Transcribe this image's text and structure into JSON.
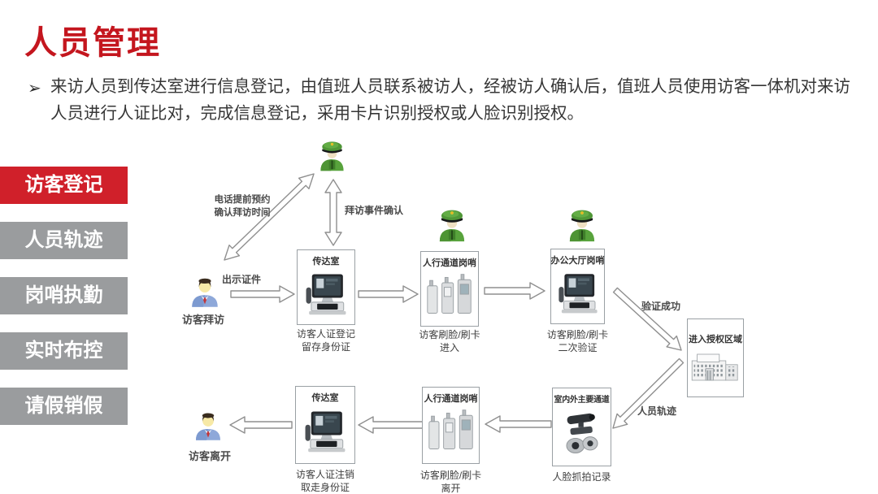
{
  "slide": {
    "title": "人员管理",
    "bullet_marker": "➢",
    "bullet_text": "来访人员到传达室进行信息登记，由值班人员联系被访人，经被访人确认后，值班人员使用访客一体机对来访人员进行人证比对，完成信息登记，采用卡片识别授权或人脸识别授权。"
  },
  "sidebar": {
    "items": [
      {
        "label": "访客登记",
        "active": true
      },
      {
        "label": "人员轨迹",
        "active": false
      },
      {
        "label": "岗哨执勤",
        "active": false
      },
      {
        "label": "实时布控",
        "active": false
      },
      {
        "label": "请假销假",
        "active": false
      }
    ]
  },
  "flow": {
    "actors": {
      "visitor_arrive": "访客拜访",
      "visitor_leave": "访客离开"
    },
    "boxes": {
      "reception": {
        "title": "传达室",
        "caption": "访客人证登记\n留存身份证"
      },
      "walk_channel": {
        "title": "人行通道岗哨",
        "caption": "访客刷脸/刷卡\n进入"
      },
      "office_hall": {
        "title": "办公大厅岗哨",
        "caption": "访客刷脸/刷卡\n二次验证"
      },
      "authorized_area": {
        "title": "进入授权区域"
      },
      "main_channel": {
        "title": "室内外主要通道",
        "caption": "人脸抓拍记录"
      },
      "walk_channel_exit": {
        "title": "人行通道岗哨",
        "caption": "访客刷脸/刷卡\n离开"
      },
      "reception_exit": {
        "title": "传达室",
        "caption": "访客人证注销\n取走身份证"
      }
    },
    "arrow_labels": {
      "phone": "电话提前预约\n确认拜访时间",
      "visit_confirm": "拜访事件确认",
      "show_id": "出示证件",
      "verify_ok": "验证成功",
      "trajectory": "人员轨迹"
    }
  },
  "colors": {
    "title_red": "#c4161e",
    "sidebar_active_red": "#d0202a",
    "sidebar_gray": "#9a9c9e",
    "text_dark": "#363636",
    "flow_text": "#4a4a4a",
    "guard_green": "#4f9637",
    "visitor_suit_blue": "#8ea8d9",
    "box_border": "#9aa0a4"
  }
}
